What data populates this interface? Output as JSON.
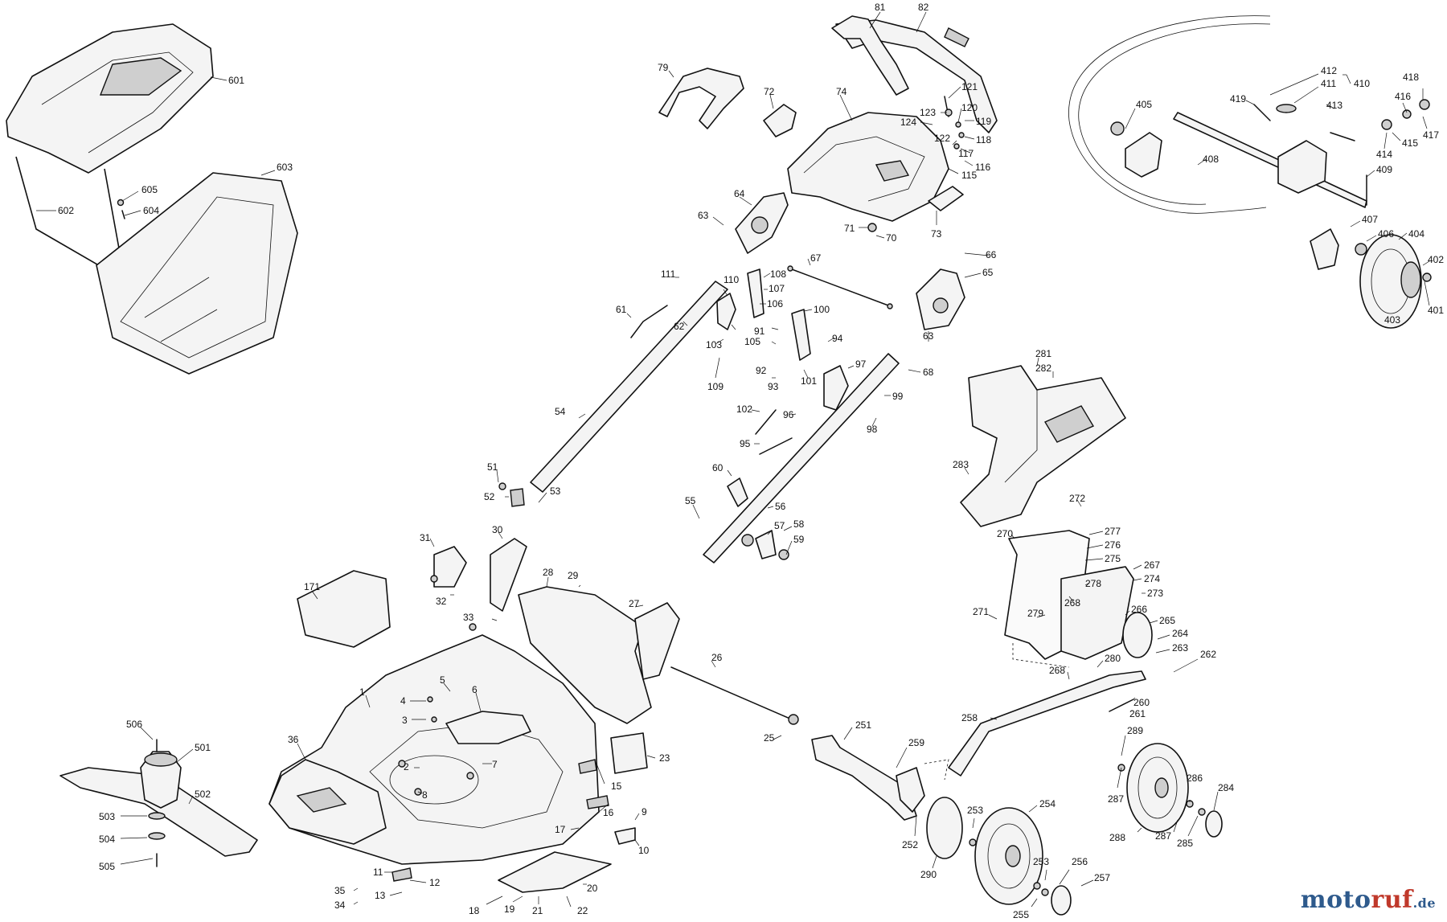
{
  "watermark": {
    "part1": "moto",
    "part2": "ruf",
    "part3": ".de"
  },
  "callouts": {
    "c601": "601",
    "c602": "602",
    "c603": "603",
    "c604": "604",
    "c605": "605",
    "c79": "79",
    "c81": "81",
    "c82": "82",
    "c72": "72",
    "c74": "74",
    "c121": "121",
    "c123": "123",
    "c124": "124",
    "c120": "120",
    "c119": "119",
    "c118": "118",
    "c122": "122",
    "c117": "117",
    "c116": "116",
    "c115": "115",
    "c63a": "63",
    "c64": "64",
    "c71": "71",
    "c70": "70",
    "c73": "73",
    "c405": "405",
    "c419": "419",
    "c412": "412",
    "c411": "411",
    "c410": "410",
    "c413": "413",
    "c418": "418",
    "c416": "416",
    "c415": "415",
    "c414": "414",
    "c417": "417",
    "c408": "408",
    "c409": "409",
    "c407": "407",
    "c406": "406",
    "c404": "404",
    "c402": "402",
    "c401": "401",
    "c403": "403",
    "c67": "67",
    "c66": "66",
    "c65": "65",
    "c63b": "63",
    "c68": "68",
    "c111": "111",
    "c110": "110",
    "c108": "108",
    "c107": "107",
    "c106": "106",
    "c105": "105",
    "c100": "100",
    "c61": "61",
    "c62": "62",
    "c103": "103",
    "c91": "91",
    "c92": "92",
    "c94": "94",
    "c93": "93",
    "c101": "101",
    "c97": "97",
    "c109": "109",
    "c99": "99",
    "c98": "98",
    "c102": "102",
    "c96": "96",
    "c95": "95",
    "c54": "54",
    "c51": "51",
    "c52": "52",
    "c53": "53",
    "c60": "60",
    "c55": "55",
    "c56": "56",
    "c57": "57",
    "c58": "58",
    "c59": "59",
    "c281": "281",
    "c282": "282",
    "c283": "283",
    "c272": "272",
    "c270": "270",
    "c277": "277",
    "c276": "276",
    "c275": "275",
    "c267": "267",
    "c274": "274",
    "c273": "273",
    "c278": "278",
    "c268a": "268",
    "c271": "271",
    "c279": "279",
    "c266": "266",
    "c265": "265",
    "c264": "264",
    "c263": "263",
    "c262": "262",
    "c268b": "268",
    "c280": "280",
    "c260": "260",
    "c261": "261",
    "c258": "258",
    "c289": "289",
    "c287a": "287",
    "c288": "288",
    "c287b": "287",
    "c286": "286",
    "c284": "284",
    "c285": "285",
    "c251": "251",
    "c259": "259",
    "c253a": "253",
    "c254": "254",
    "c252": "252",
    "c290": "290",
    "c253b": "253",
    "c256": "256",
    "c257": "257",
    "c255": "255",
    "c171": "171",
    "c31": "31",
    "c30": "30",
    "c32": "32",
    "c28": "28",
    "c29": "29",
    "c27": "27",
    "c33": "33",
    "c26": "26",
    "c25": "25",
    "c1": "1",
    "c5": "5",
    "c6": "6",
    "c4": "4",
    "c3": "3",
    "c36": "36",
    "c2": "2",
    "c7": "7",
    "c8": "8",
    "c23": "23",
    "c15": "15",
    "c16": "16",
    "c9": "9",
    "c17": "17",
    "c10": "10",
    "c11": "11",
    "c12": "12",
    "c13": "13",
    "c35": "35",
    "c34": "34",
    "c20": "20",
    "c18": "18",
    "c19": "19",
    "c21": "21",
    "c22": "22",
    "c506": "506",
    "c501": "501",
    "c502": "502",
    "c503": "503",
    "c504": "504",
    "c505": "505"
  }
}
